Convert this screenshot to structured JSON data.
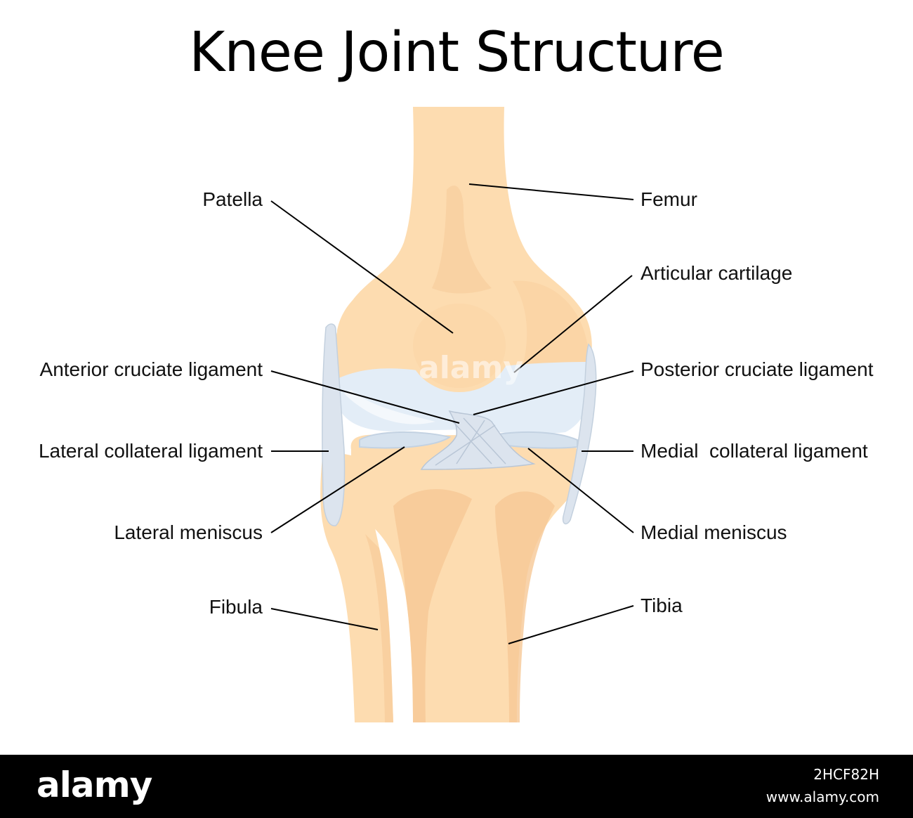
{
  "title": "Knee Joint Structure",
  "labels": {
    "patella": "Patella",
    "femur": "Femur",
    "articular_cartilage": "Articular cartilage",
    "anterior_cruciate_ligament": "Anterior cruciate ligament",
    "posterior_cruciate_ligament": "Posterior cruciate ligament",
    "lateral_collateral_ligament": "Lateral collateral ligament",
    "medial_collateral_ligament": "Medial  collateral ligament",
    "lateral_meniscus": "Lateral meniscus",
    "medial_meniscus": "Medial meniscus",
    "fibula": "Fibula",
    "tibia": "Tibia"
  },
  "footer": {
    "brand": "alamy",
    "image_code": "2HCF82H",
    "site": "www.alamy.com"
  },
  "watermark": "alamy",
  "colors": {
    "bone": "#fddcb0",
    "bone_shadow": "#f6c896",
    "cartilage": "#e3edf7",
    "ligament": "#dce4ee",
    "leader_line": "#000000",
    "footer_bg": "#000000"
  }
}
